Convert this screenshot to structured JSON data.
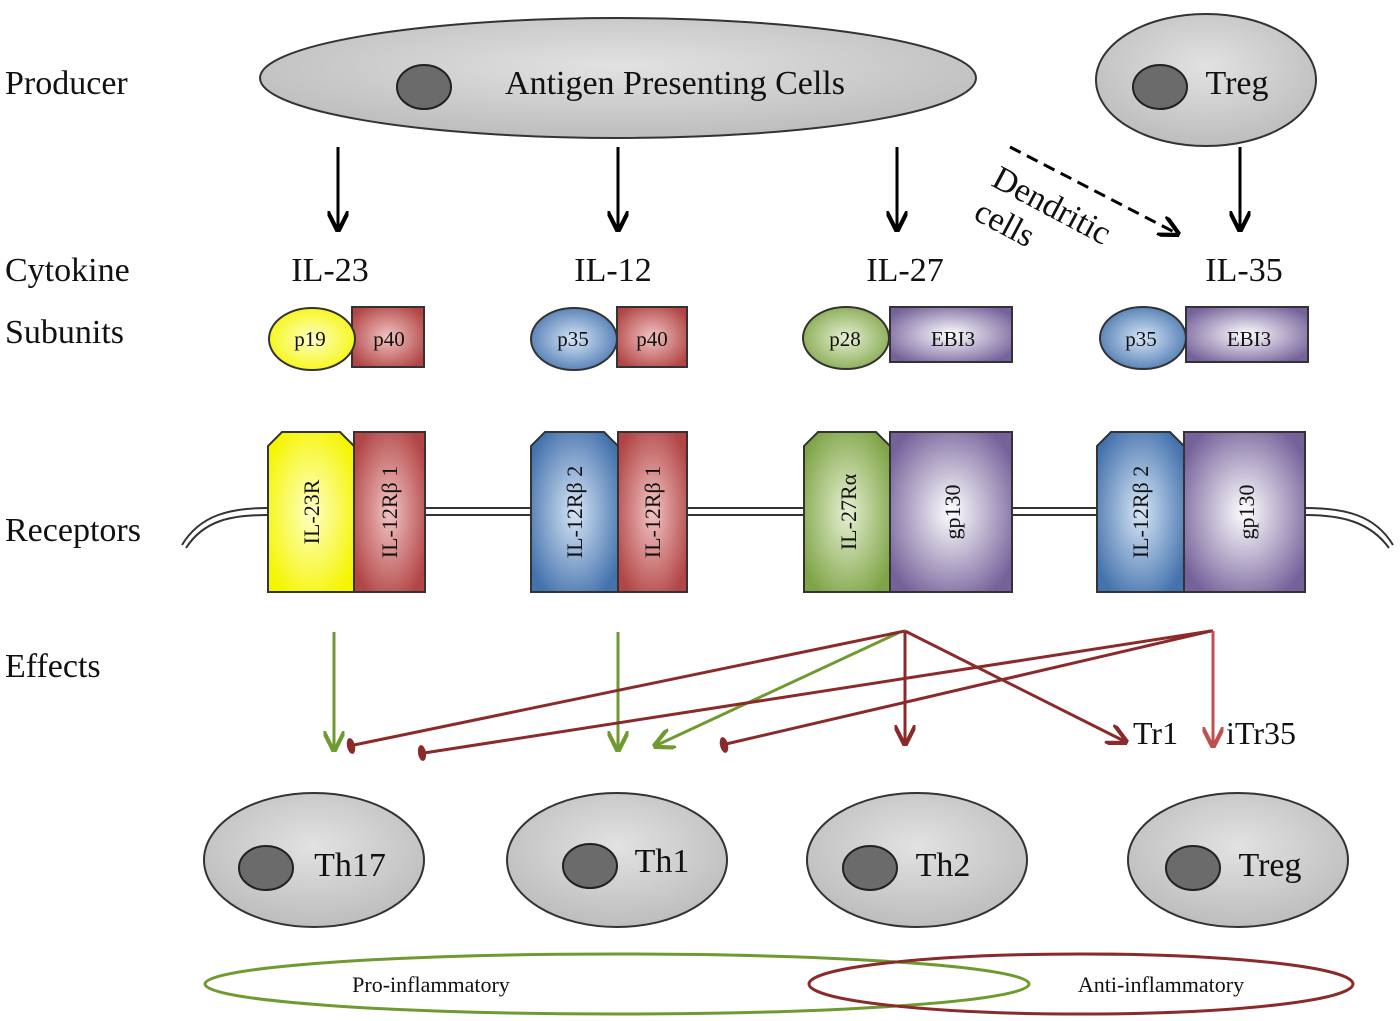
{
  "row_labels": {
    "producer": "Producer",
    "cytokine": "Cytokine",
    "subunits": "Subunits",
    "receptors": "Receptors",
    "effects": "Effects"
  },
  "producers": {
    "apc": "Antigen Presenting Cells",
    "treg": "Treg",
    "dendritic_line1": "Dendritic",
    "dendritic_line2": "cells"
  },
  "cytokines": [
    "IL-23",
    "IL-12",
    "IL-27",
    "IL-35"
  ],
  "subunits": {
    "il23": [
      "p19",
      "p40"
    ],
    "il12": [
      "p35",
      "p40"
    ],
    "il27": [
      "p28",
      "EBI3"
    ],
    "il35": [
      "p35",
      "EBI3"
    ]
  },
  "receptors": {
    "il23": [
      "IL-23R",
      "IL-12Rβ 1"
    ],
    "il12": [
      "IL-12Rβ 2",
      "IL-12Rβ 1"
    ],
    "il27": [
      "IL-27Rα",
      "gp130"
    ],
    "il35": [
      "IL-12Rβ 2",
      "gp130"
    ]
  },
  "effect_targets": {
    "tr1": "Tr1",
    "itr35": "iTr35"
  },
  "target_cells": [
    "Th17",
    "Th1",
    "Th2",
    "Treg"
  ],
  "groups": {
    "pro": "Pro-inflammatory",
    "anti": "Anti-inflammatory"
  },
  "colors": {
    "stimulate": "#6f9a2f",
    "inhibit": "#8b2a2a",
    "itr35_arrow": "#c0504d",
    "pro_ring": "#6f9a2f",
    "anti_ring": "#8b2a2a",
    "yellow": "#ffff33",
    "red": "#b84a4a",
    "blue": "#4a76b0",
    "green": "#86a84e",
    "purple": "#7c679e"
  }
}
